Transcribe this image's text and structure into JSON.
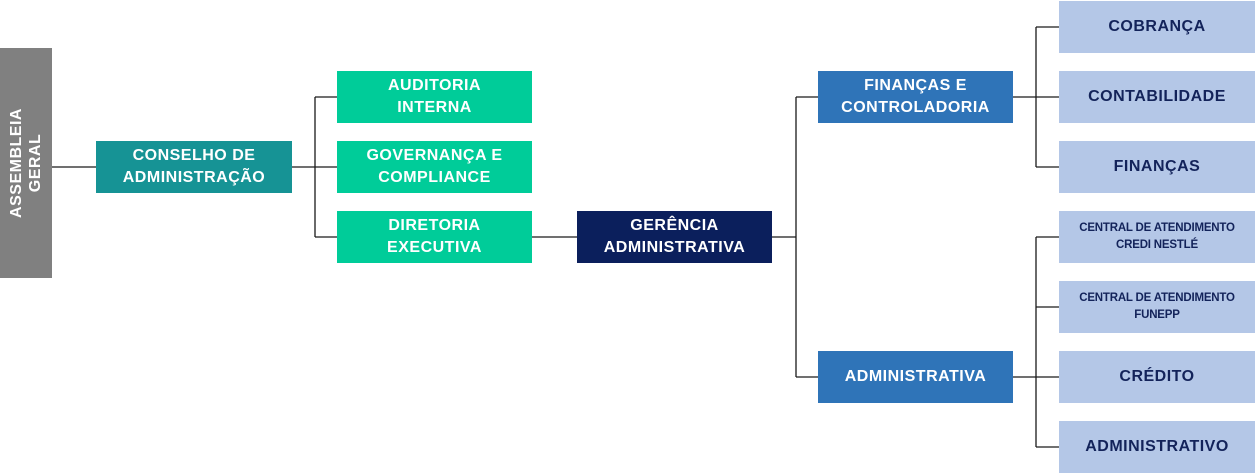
{
  "nodes": {
    "assembleia": "ASSEMBLEIA\nGERAL",
    "conselho": "CONSELHO DE\nADMINISTRAÇÃO",
    "auditoria": "AUDITORIA\nINTERNA",
    "governanca": "GOVERNANÇA E\nCOMPLIANCE",
    "diretoria": "DIRETORIA\nEXECUTIVA",
    "gerencia": "GERÊNCIA\nADMINISTRATIVA",
    "financas_controladoria": "FINANÇAS E\nCONTROLADORIA",
    "administrativa": "ADMINISTRATIVA",
    "cobranca": "COBRANÇA",
    "contabilidade": "CONTABILIDADE",
    "financas": "FINANÇAS",
    "central_credi": "CENTRAL DE ATENDIMENTO\nCREDI NESTLÉ",
    "central_funepp": "CENTRAL DE ATENDIMENTO\nFUNEPP",
    "credito": "CRÉDITO",
    "administrativo": "ADMINISTRATIVO"
  },
  "colors": {
    "assembleia": "#808080",
    "conselho": "#169395",
    "staff": "#00cc99",
    "gerencia": "#0b1f5c",
    "department": "#2f74b8",
    "unit": "#b4c7e7",
    "unit_text": "#13235a",
    "connector": "#1a1a1a"
  }
}
